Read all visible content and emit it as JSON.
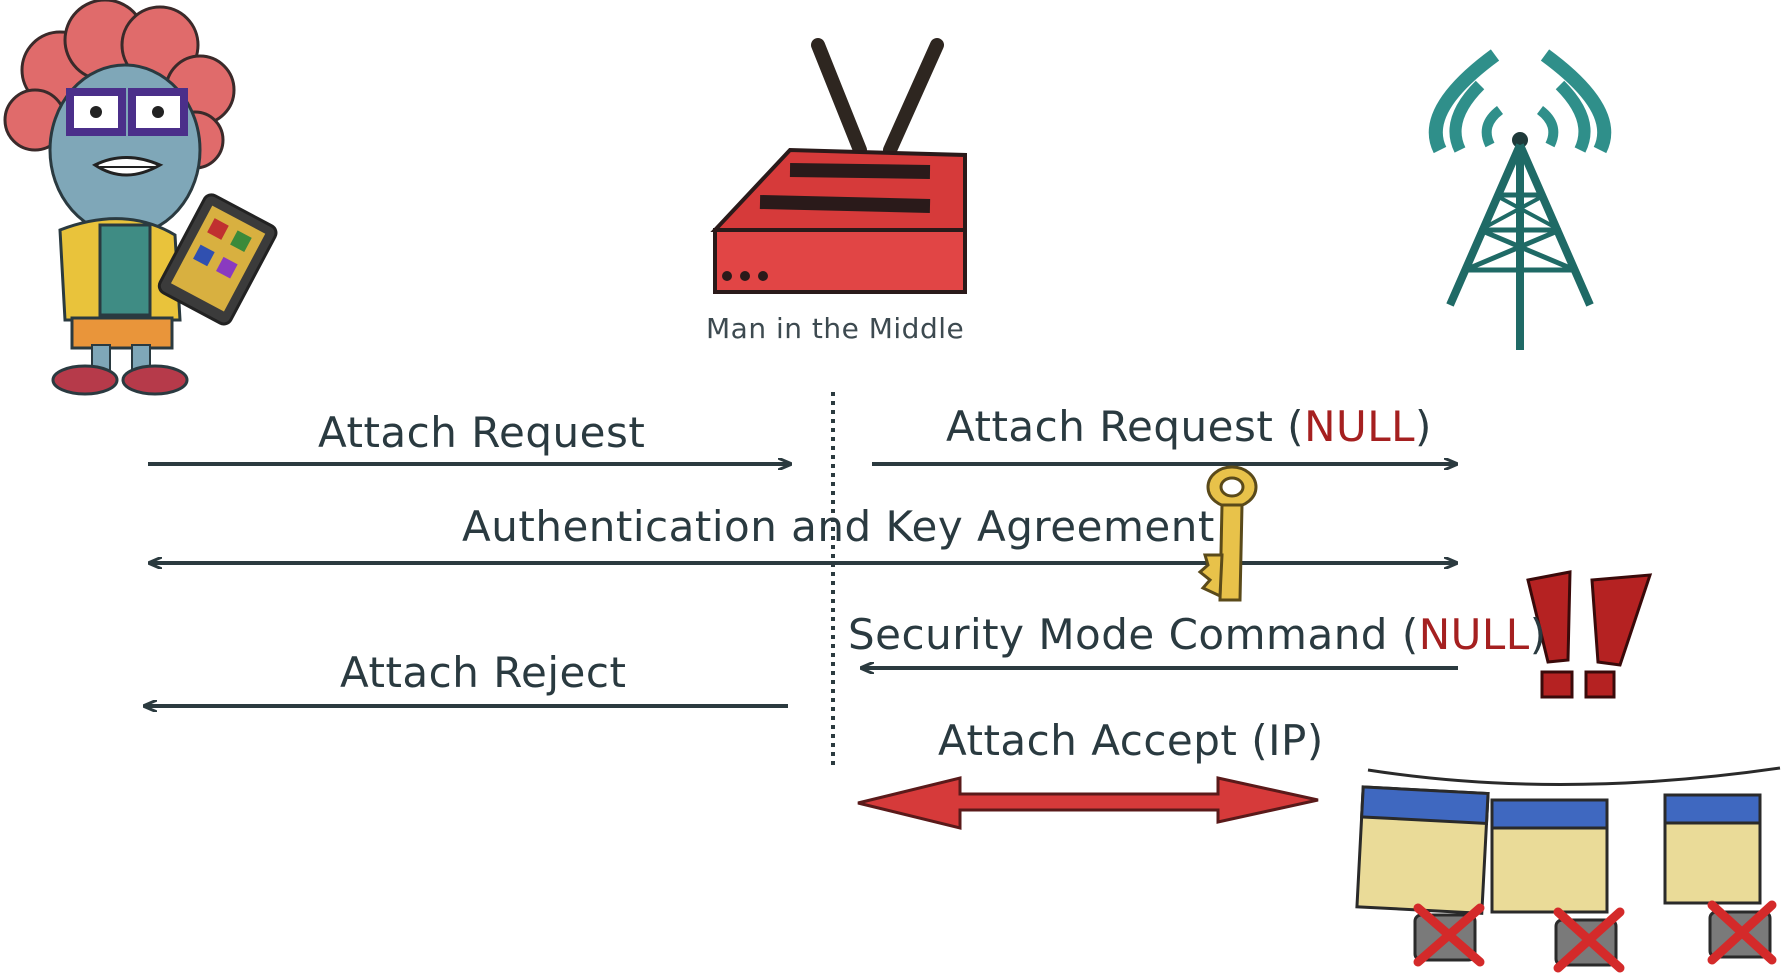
{
  "nodes": {
    "mitm_label": "Man in the Middle"
  },
  "messages": {
    "attach_request_ue": "Attach Request",
    "attach_request_mitm": "Attach Request (",
    "attach_request_mitm_null": "NULL",
    "attach_request_mitm_close": ")",
    "aka": "Authentication and Key Agreement",
    "security_mode_command": "Security Mode Command (",
    "security_mode_command_null": "NULL",
    "security_mode_command_close": ")",
    "attach_reject": "Attach Reject",
    "attach_accept": "Attach Accept (IP)"
  },
  "colors": {
    "arrow": "#2b3a3f",
    "null_red": "#a52020",
    "device_red": "#d63a3a",
    "tower_teal": "#2f8f8a",
    "key_yellow": "#e8c24a",
    "packet_blue": "#3f68c0",
    "packet_sand": "#eadb98"
  },
  "icons": [
    "user-icon",
    "router-icon",
    "cell-tower-icon",
    "key-icon",
    "exclamation-icon",
    "packets-icon"
  ]
}
